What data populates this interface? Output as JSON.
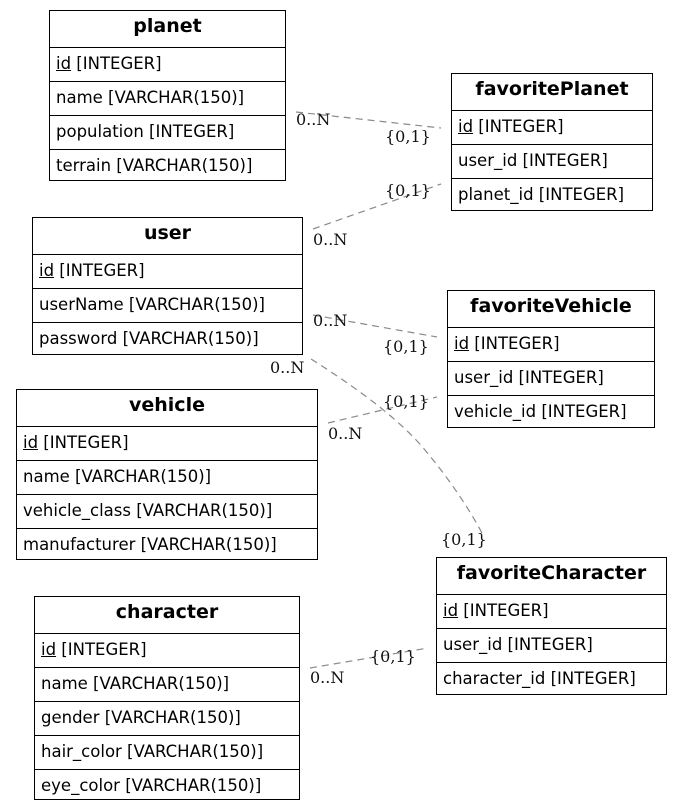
{
  "entities": {
    "planet": {
      "title": "planet",
      "fields": [
        {
          "name": "id",
          "type": " [INTEGER]"
        },
        {
          "name": "name [VARCHAR(150)]"
        },
        {
          "name": "population [INTEGER]"
        },
        {
          "name": "terrain [VARCHAR(150)]"
        }
      ]
    },
    "favoritePlanet": {
      "title": "favoritePlanet",
      "fields": [
        {
          "name": "id",
          "type": " [INTEGER]"
        },
        {
          "name": "user_id [INTEGER]"
        },
        {
          "name": "planet_id [INTEGER]"
        }
      ]
    },
    "user": {
      "title": "user",
      "fields": [
        {
          "name": "id",
          "type": " [INTEGER]"
        },
        {
          "name": "userName [VARCHAR(150)]"
        },
        {
          "name": "password [VARCHAR(150)]"
        }
      ]
    },
    "favoriteVehicle": {
      "title": "favoriteVehicle",
      "fields": [
        {
          "name": "id",
          "type": " [INTEGER]"
        },
        {
          "name": "user_id [INTEGER]"
        },
        {
          "name": "vehicle_id [INTEGER]"
        }
      ]
    },
    "vehicle": {
      "title": "vehicle",
      "fields": [
        {
          "name": "id",
          "type": " [INTEGER]"
        },
        {
          "name": "name [VARCHAR(150)]"
        },
        {
          "name": "vehicle_class [VARCHAR(150)]"
        },
        {
          "name": "manufacturer [VARCHAR(150)]"
        }
      ]
    },
    "favoriteCharacter": {
      "title": "favoriteCharacter",
      "fields": [
        {
          "name": "id",
          "type": " [INTEGER]"
        },
        {
          "name": "user_id [INTEGER]"
        },
        {
          "name": "character_id [INTEGER]"
        }
      ]
    },
    "character": {
      "title": "character",
      "fields": [
        {
          "name": "id",
          "type": " [INTEGER]"
        },
        {
          "name": "name [VARCHAR(150)]"
        },
        {
          "name": "gender [VARCHAR(150)]"
        },
        {
          "name": "hair_color [VARCHAR(150)]"
        },
        {
          "name": "eye_color [VARCHAR(150)]"
        }
      ]
    }
  },
  "relationships": [
    {
      "from": "planet",
      "to": "favoritePlanet",
      "from_card": "0..N",
      "to_card": "{0,1}"
    },
    {
      "from": "user",
      "to": "favoritePlanet",
      "from_card": "0..N",
      "to_card": "{0,1}"
    },
    {
      "from": "user",
      "to": "favoriteVehicle",
      "from_card": "0..N",
      "to_card": "{0,1}"
    },
    {
      "from": "user",
      "to": "favoriteCharacter",
      "from_card": "0..N",
      "to_card": "{0,1}"
    },
    {
      "from": "vehicle",
      "to": "favoriteVehicle",
      "from_card": "0..N",
      "to_card": "{0,1}"
    },
    {
      "from": "character",
      "to": "favoriteCharacter",
      "from_card": "0..N",
      "to_card": "{0,1}"
    }
  ],
  "colors": {
    "line": "#8a8a8a",
    "border": "#000000"
  }
}
